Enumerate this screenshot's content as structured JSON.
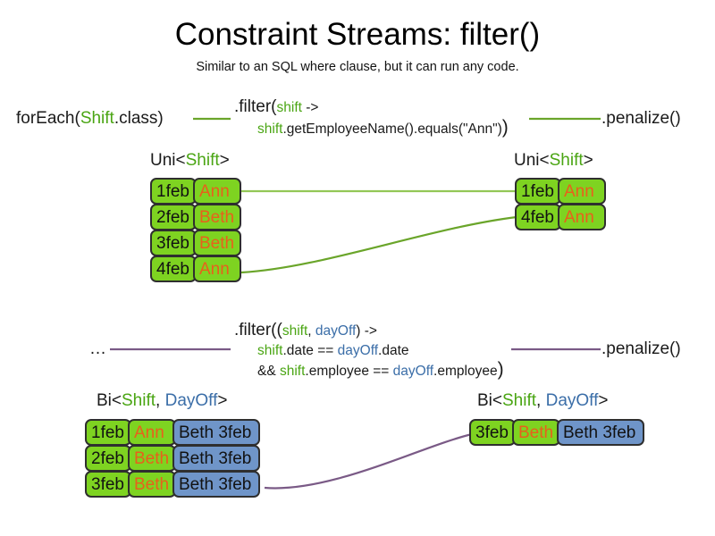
{
  "slide": {
    "title": "Constraint Streams: filter()",
    "subtitle": "Similar to an SQL where clause, but it can run any code."
  },
  "colors": {
    "shift_green": "#7ed321",
    "dayoff_blue": "#6f95c9",
    "name_orange": "#e8601c",
    "link_green": "#6aa52a",
    "link_purple": "#7a5a86",
    "token_shift": "#4aa513",
    "token_dayoff": "#3b6ea8"
  },
  "uni_section": {
    "source_label": {
      "prefix": "forEach(",
      "type": "Shift",
      "suffix": ".class)"
    },
    "filter": {
      "head_prefix": ".filter(",
      "head_param": "shift",
      "head_arrow": " ->",
      "body_var": "shift",
      "body_rest": ".getEmployeeName().equals(\"Ann\")",
      "body_close": ")"
    },
    "penalize_label": ".penalize()",
    "input_stream_label": {
      "prefix": "Uni<",
      "type": "Shift",
      "suffix": ">"
    },
    "output_stream_label": {
      "prefix": "Uni<",
      "type": "Shift",
      "suffix": ">"
    },
    "input_rows": [
      {
        "date": "1feb",
        "employee": "Ann"
      },
      {
        "date": "2feb",
        "employee": "Beth"
      },
      {
        "date": "3feb",
        "employee": "Beth"
      },
      {
        "date": "4feb",
        "employee": "Ann"
      }
    ],
    "output_rows": [
      {
        "date": "1feb",
        "employee": "Ann"
      },
      {
        "date": "4feb",
        "employee": "Ann"
      }
    ]
  },
  "bi_section": {
    "source_label": "…",
    "filter": {
      "head_prefix": ".filter((",
      "head_param1": "shift",
      "head_comma": ", ",
      "head_param2": "dayOff",
      "head_close": ")",
      "head_arrow": " ->",
      "body_line1_var1": "shift",
      "body_line1_mid": ".date == ",
      "body_line1_var2": "dayOff",
      "body_line1_end": ".date",
      "body_line2_prefix": "&& ",
      "body_line2_var1": "shift",
      "body_line2_mid": ".employee == ",
      "body_line2_var2": "dayOff",
      "body_line2_end": ".employee",
      "body_close": ")"
    },
    "penalize_label": ".penalize()",
    "input_stream_label": {
      "prefix": "Bi<",
      "type1": "Shift",
      "comma": ", ",
      "type2": "DayOff",
      "suffix": ">"
    },
    "output_stream_label": {
      "prefix": "Bi<",
      "type1": "Shift",
      "comma": ", ",
      "type2": "DayOff",
      "suffix": ">"
    },
    "input_rows": [
      {
        "date": "1feb",
        "employee": "Ann",
        "dayoff": "Beth 3feb"
      },
      {
        "date": "2feb",
        "employee": "Beth",
        "dayoff": "Beth 3feb"
      },
      {
        "date": "3feb",
        "employee": "Beth",
        "dayoff": "Beth 3feb"
      }
    ],
    "output_rows": [
      {
        "date": "3feb",
        "employee": "Beth",
        "dayoff": "Beth 3feb"
      }
    ]
  }
}
